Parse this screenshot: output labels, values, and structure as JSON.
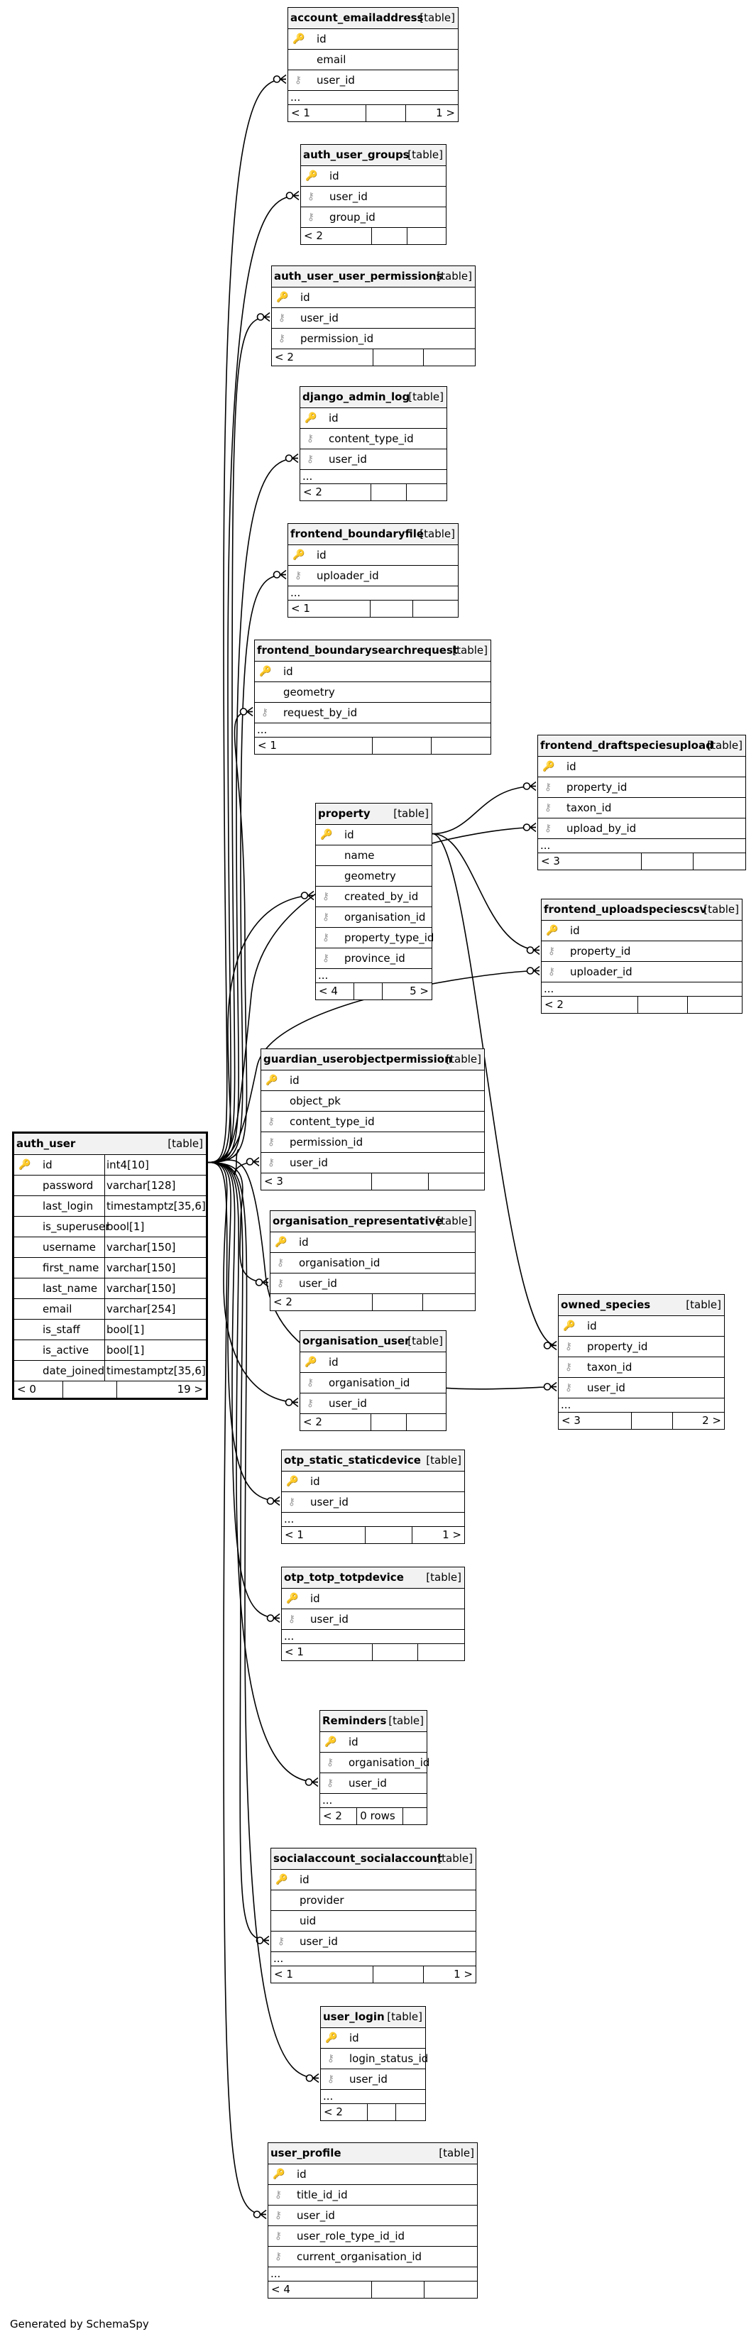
{
  "tables": {
    "auth_user": {
      "name": "auth_user",
      "type": "[table]",
      "columns": [
        {
          "name": "id",
          "datatype": "int4[10]",
          "key": "pk"
        },
        {
          "name": "password",
          "datatype": "varchar[128]",
          "key": ""
        },
        {
          "name": "last_login",
          "datatype": "timestamptz[35,6]",
          "key": ""
        },
        {
          "name": "is_superuser",
          "datatype": "bool[1]",
          "key": ""
        },
        {
          "name": "username",
          "datatype": "varchar[150]",
          "key": ""
        },
        {
          "name": "first_name",
          "datatype": "varchar[150]",
          "key": ""
        },
        {
          "name": "last_name",
          "datatype": "varchar[150]",
          "key": ""
        },
        {
          "name": "email",
          "datatype": "varchar[254]",
          "key": ""
        },
        {
          "name": "is_staff",
          "datatype": "bool[1]",
          "key": ""
        },
        {
          "name": "is_active",
          "datatype": "bool[1]",
          "key": ""
        },
        {
          "name": "date_joined",
          "datatype": "timestamptz[35,6]",
          "key": ""
        }
      ],
      "footer": [
        "< 0",
        "",
        "19 >"
      ]
    },
    "account_emailaddress": {
      "name": "account_emailaddress",
      "type": "[table]",
      "columns": [
        {
          "name": "id",
          "key": "pk"
        },
        {
          "name": "email",
          "key": ""
        },
        {
          "name": "user_id",
          "key": "fk"
        }
      ],
      "more": "...",
      "footer": [
        "< 1",
        "",
        "1 >"
      ]
    },
    "auth_user_groups": {
      "name": "auth_user_groups",
      "type": "[table]",
      "columns": [
        {
          "name": "id",
          "key": "pk"
        },
        {
          "name": "user_id",
          "key": "fk"
        },
        {
          "name": "group_id",
          "key": "fk"
        }
      ],
      "footer": [
        "< 2",
        "",
        ""
      ]
    },
    "auth_user_user_permissions": {
      "name": "auth_user_user_permissions",
      "type": "[table]",
      "columns": [
        {
          "name": "id",
          "key": "pk"
        },
        {
          "name": "user_id",
          "key": "fk"
        },
        {
          "name": "permission_id",
          "key": "fk"
        }
      ],
      "footer": [
        "< 2",
        "",
        ""
      ]
    },
    "django_admin_log": {
      "name": "django_admin_log",
      "type": "[table]",
      "columns": [
        {
          "name": "id",
          "key": "pk"
        },
        {
          "name": "content_type_id",
          "key": "fk"
        },
        {
          "name": "user_id",
          "key": "fk"
        }
      ],
      "more": "...",
      "footer": [
        "< 2",
        "",
        ""
      ]
    },
    "frontend_boundaryfile": {
      "name": "frontend_boundaryfile",
      "type": "[table]",
      "columns": [
        {
          "name": "id",
          "key": "pk"
        },
        {
          "name": "uploader_id",
          "key": "fk"
        }
      ],
      "more": "...",
      "footer": [
        "< 1",
        "",
        ""
      ]
    },
    "frontend_boundarysearchrequest": {
      "name": "frontend_boundarysearchrequest",
      "type": "[table]",
      "columns": [
        {
          "name": "id",
          "key": "pk"
        },
        {
          "name": "geometry",
          "key": ""
        },
        {
          "name": "request_by_id",
          "key": "fk"
        }
      ],
      "more": "...",
      "footer": [
        "< 1",
        "",
        ""
      ]
    },
    "frontend_draftspeciesupload": {
      "name": "frontend_draftspeciesupload",
      "type": "[table]",
      "columns": [
        {
          "name": "id",
          "key": "pk"
        },
        {
          "name": "property_id",
          "key": "fk"
        },
        {
          "name": "taxon_id",
          "key": "fk"
        },
        {
          "name": "upload_by_id",
          "key": "fk"
        }
      ],
      "more": "...",
      "footer": [
        "< 3",
        "",
        ""
      ]
    },
    "property": {
      "name": "property",
      "type": "[table]",
      "columns": [
        {
          "name": "id",
          "key": "pk"
        },
        {
          "name": "name",
          "key": ""
        },
        {
          "name": "geometry",
          "key": ""
        },
        {
          "name": "created_by_id",
          "key": "fk"
        },
        {
          "name": "organisation_id",
          "key": "fk"
        },
        {
          "name": "property_type_id",
          "key": "fk"
        },
        {
          "name": "province_id",
          "key": "fk"
        }
      ],
      "more": "...",
      "footer": [
        "< 4",
        "",
        "5 >"
      ]
    },
    "frontend_uploadspeciescsv": {
      "name": "frontend_uploadspeciescsv",
      "type": "[table]",
      "columns": [
        {
          "name": "id",
          "key": "pk"
        },
        {
          "name": "property_id",
          "key": "fk"
        },
        {
          "name": "uploader_id",
          "key": "fk"
        }
      ],
      "more": "...",
      "footer": [
        "< 2",
        "",
        ""
      ]
    },
    "guardian_userobjectpermission": {
      "name": "guardian_userobjectpermission",
      "type": "[table]",
      "columns": [
        {
          "name": "id",
          "key": "pk"
        },
        {
          "name": "object_pk",
          "key": ""
        },
        {
          "name": "content_type_id",
          "key": "fk"
        },
        {
          "name": "permission_id",
          "key": "fk"
        },
        {
          "name": "user_id",
          "key": "fk"
        }
      ],
      "footer": [
        "< 3",
        "",
        ""
      ]
    },
    "organisation_representative": {
      "name": "organisation_representative",
      "type": "[table]",
      "columns": [
        {
          "name": "id",
          "key": "pk"
        },
        {
          "name": "organisation_id",
          "key": "fk"
        },
        {
          "name": "user_id",
          "key": "fk"
        }
      ],
      "footer": [
        "< 2",
        "",
        ""
      ]
    },
    "owned_species": {
      "name": "owned_species",
      "type": "[table]",
      "columns": [
        {
          "name": "id",
          "key": "pk"
        },
        {
          "name": "property_id",
          "key": "fk"
        },
        {
          "name": "taxon_id",
          "key": "fk"
        },
        {
          "name": "user_id",
          "key": "fk"
        }
      ],
      "more": "...",
      "footer": [
        "< 3",
        "",
        "2 >"
      ]
    },
    "organisation_user": {
      "name": "organisation_user",
      "type": "[table]",
      "columns": [
        {
          "name": "id",
          "key": "pk"
        },
        {
          "name": "organisation_id",
          "key": "fk"
        },
        {
          "name": "user_id",
          "key": "fk"
        }
      ],
      "footer": [
        "< 2",
        "",
        ""
      ]
    },
    "otp_static_staticdevice": {
      "name": "otp_static_staticdevice",
      "type": "[table]",
      "columns": [
        {
          "name": "id",
          "key": "pk"
        },
        {
          "name": "user_id",
          "key": "fk"
        }
      ],
      "more": "...",
      "footer": [
        "< 1",
        "",
        "1 >"
      ]
    },
    "otp_totp_totpdevice": {
      "name": "otp_totp_totpdevice",
      "type": "[table]",
      "columns": [
        {
          "name": "id",
          "key": "pk"
        },
        {
          "name": "user_id",
          "key": "fk"
        }
      ],
      "more": "...",
      "footer": [
        "< 1",
        "",
        ""
      ]
    },
    "reminders": {
      "name": "Reminders",
      "type": "[table]",
      "columns": [
        {
          "name": "id",
          "key": "pk"
        },
        {
          "name": "organisation_id",
          "key": "fk"
        },
        {
          "name": "user_id",
          "key": "fk"
        }
      ],
      "more": "...",
      "footer": [
        "< 2",
        "0 rows",
        ""
      ]
    },
    "socialaccount_socialaccount": {
      "name": "socialaccount_socialaccount",
      "type": "[table]",
      "columns": [
        {
          "name": "id",
          "key": "pk"
        },
        {
          "name": "provider",
          "key": ""
        },
        {
          "name": "uid",
          "key": ""
        },
        {
          "name": "user_id",
          "key": "fk"
        }
      ],
      "more": "...",
      "footer": [
        "< 1",
        "",
        "1 >"
      ]
    },
    "user_login": {
      "name": "user_login",
      "type": "[table]",
      "columns": [
        {
          "name": "id",
          "key": "pk"
        },
        {
          "name": "login_status_id",
          "key": "fk"
        },
        {
          "name": "user_id",
          "key": "fk"
        }
      ],
      "more": "...",
      "footer": [
        "< 2",
        "",
        ""
      ]
    },
    "user_profile": {
      "name": "user_profile",
      "type": "[table]",
      "columns": [
        {
          "name": "id",
          "key": "pk"
        },
        {
          "name": "title_id_id",
          "key": "fk"
        },
        {
          "name": "user_id",
          "key": "fk"
        },
        {
          "name": "user_role_type_id_id",
          "key": "fk"
        },
        {
          "name": "current_organisation_id",
          "key": "fk"
        }
      ],
      "more": "...",
      "footer": [
        "< 4",
        "",
        ""
      ]
    }
  },
  "icons": {
    "pk": "key-icon",
    "fk": "foreign-key-icon"
  },
  "key_glyphs": {
    "pk": "🔑",
    "fk": "⚷"
  },
  "colors": {
    "pk": "#e6c200",
    "fk": "#9a9a9a",
    "header": "#f2f2f2"
  },
  "footer_note": "Generated by SchemaSpy"
}
